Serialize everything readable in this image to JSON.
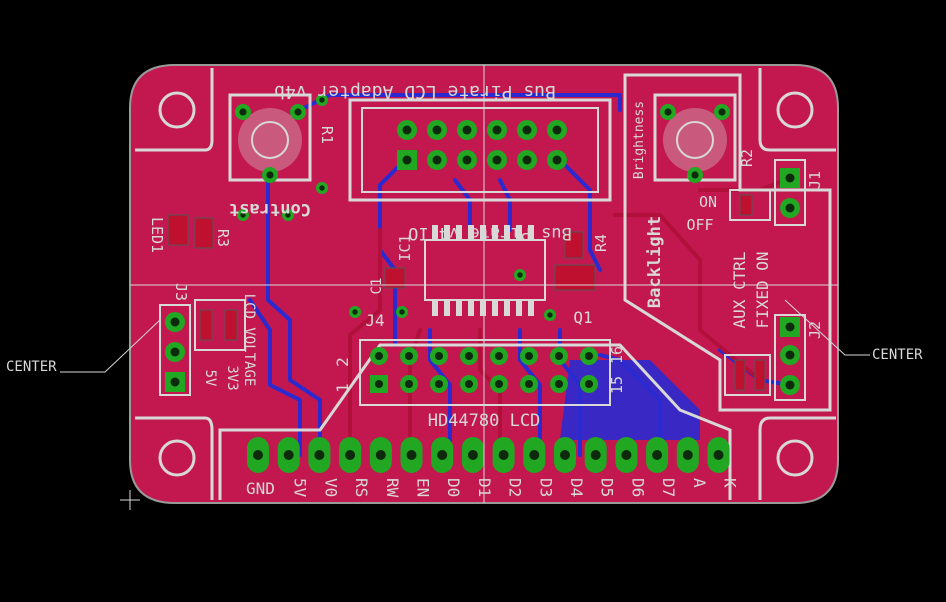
{
  "board": {
    "title_top": "Bus Pirate LCD Adapter v4b",
    "title_mid": "Bus Pirate v4 IO",
    "connector_title": "HD44780 LCD",
    "contrast": "Contrast",
    "brightness": "Brightness",
    "backlight": "Backlight",
    "lcd_voltage": "LCD VOLTAGE",
    "aux_ctrl": "AUX CTRL",
    "fixed_on": "FIXED ON",
    "on": "ON",
    "off": "OFF",
    "v3": "3V3",
    "v5": "5V",
    "center_left": "CENTER",
    "center_right": "CENTER"
  },
  "refdes": {
    "r1": "R1",
    "r2": "R2",
    "r3": "R3",
    "r4": "R4",
    "ic1": "IC1",
    "c1": "C1",
    "q1": "Q1",
    "j1": "J1",
    "j2": "J2",
    "j3": "J3",
    "j4": "J4",
    "led1": "LED1"
  },
  "header_numbers": {
    "n2": "2",
    "n1": "1",
    "n15": "15",
    "n16": "16"
  },
  "pin_labels": [
    "GND",
    "5V",
    "V0",
    "RS",
    "RW",
    "EN",
    "D0",
    "D1",
    "D2",
    "D3",
    "D4",
    "D5",
    "D6",
    "D7",
    "A",
    "K"
  ],
  "colors": {
    "board": "#c2184f",
    "trace_top": "#b0103a",
    "trace_bottom": "#2a2ad0",
    "silkscreen": "#d8d8d8",
    "pad": "#22a722"
  }
}
